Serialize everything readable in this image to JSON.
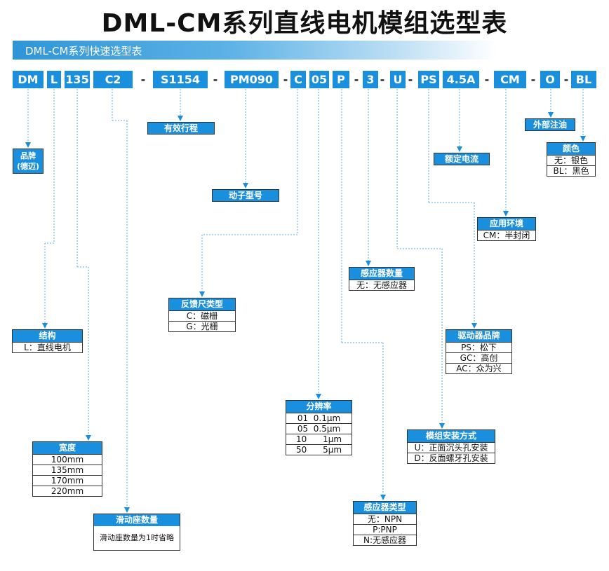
{
  "title": "DML-CM系列直线电机模组选型表",
  "banner": "DML-CM系列快速选型表",
  "codes": [
    "DM",
    "L",
    "135",
    "C2",
    "S1154",
    "PM090",
    "C",
    "05",
    "P",
    "3",
    "U",
    "PS",
    "4.5A",
    "CM",
    "O",
    "BL"
  ],
  "dash": "-",
  "labels": {
    "brand": "品牌\n(德迈)",
    "stroke": "有效行程",
    "motor": "动子型号",
    "current": "额定电流",
    "oil": "外部注油"
  },
  "boxes": {
    "structure": {
      "header": "结构",
      "rows": [
        "L：直线电机"
      ]
    },
    "width": {
      "header": "宽度",
      "rows": [
        "100mm",
        "135mm",
        "170mm",
        "220mm"
      ]
    },
    "slider": {
      "header": "滑动座数量",
      "note": "滑动座数量为1时省略"
    },
    "feedback": {
      "header": "反馈尺类型",
      "rows": [
        "C：磁栅",
        "G：光栅"
      ]
    },
    "resolution": {
      "header": "分辨率",
      "rows": [
        "01  0.1μm",
        "05  0.5μm",
        "10      1μm",
        "50      5μm"
      ]
    },
    "sensor_type": {
      "header": "感应器类型",
      "rows": [
        "无：NPN",
        "P:PNP",
        "N:无感应器"
      ]
    },
    "sensor_count": {
      "header": "感应器数量",
      "rows": [
        "无：无感应器"
      ]
    },
    "mount": {
      "header": "模组安装方式",
      "rows": [
        "U：正面沉头孔安装",
        "D：反面螺牙孔安装"
      ]
    },
    "driver": {
      "header": "驱动器品牌",
      "rows": [
        "PS：松下",
        "GC：高创",
        "AC：众为兴"
      ]
    },
    "env": {
      "header": "应用环境",
      "rows": [
        "CM：半封闭"
      ]
    },
    "color": {
      "header": "颜色",
      "rows": [
        "无：银色",
        "BL：黑色"
      ]
    }
  },
  "colors": {
    "accent": "#1a8fde",
    "line": "#5aaee6"
  }
}
